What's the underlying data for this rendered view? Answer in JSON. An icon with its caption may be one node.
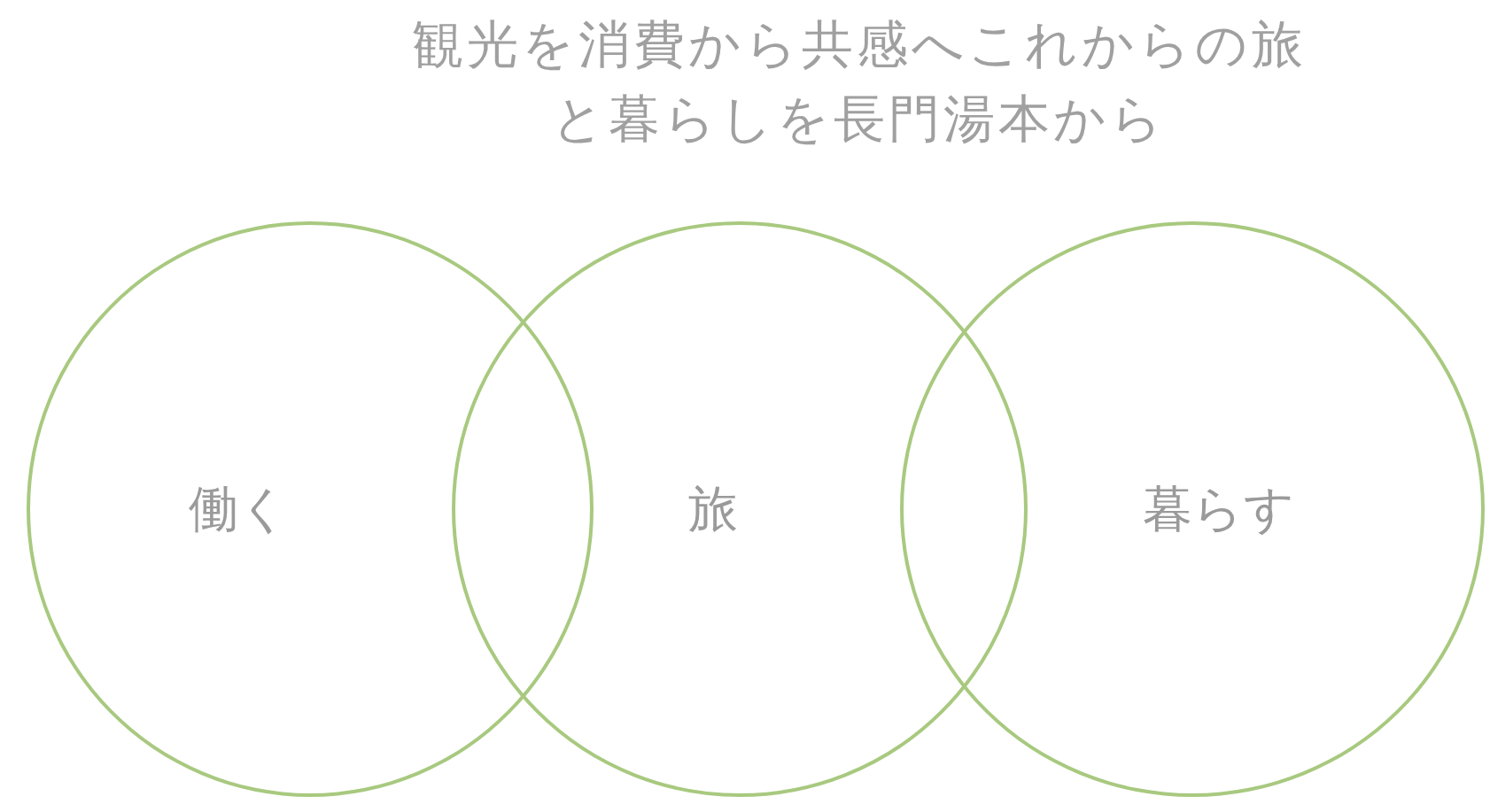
{
  "diagram": {
    "title": "観光を消費から共感へこれからの旅と暮らしを長門湯本から",
    "nodes": [
      {
        "text": [
          "働く"
        ]
      },
      {
        "text": [
          "旅"
        ]
      },
      {
        "text": [
          "暮らす"
        ]
      }
    ]
  }
}
